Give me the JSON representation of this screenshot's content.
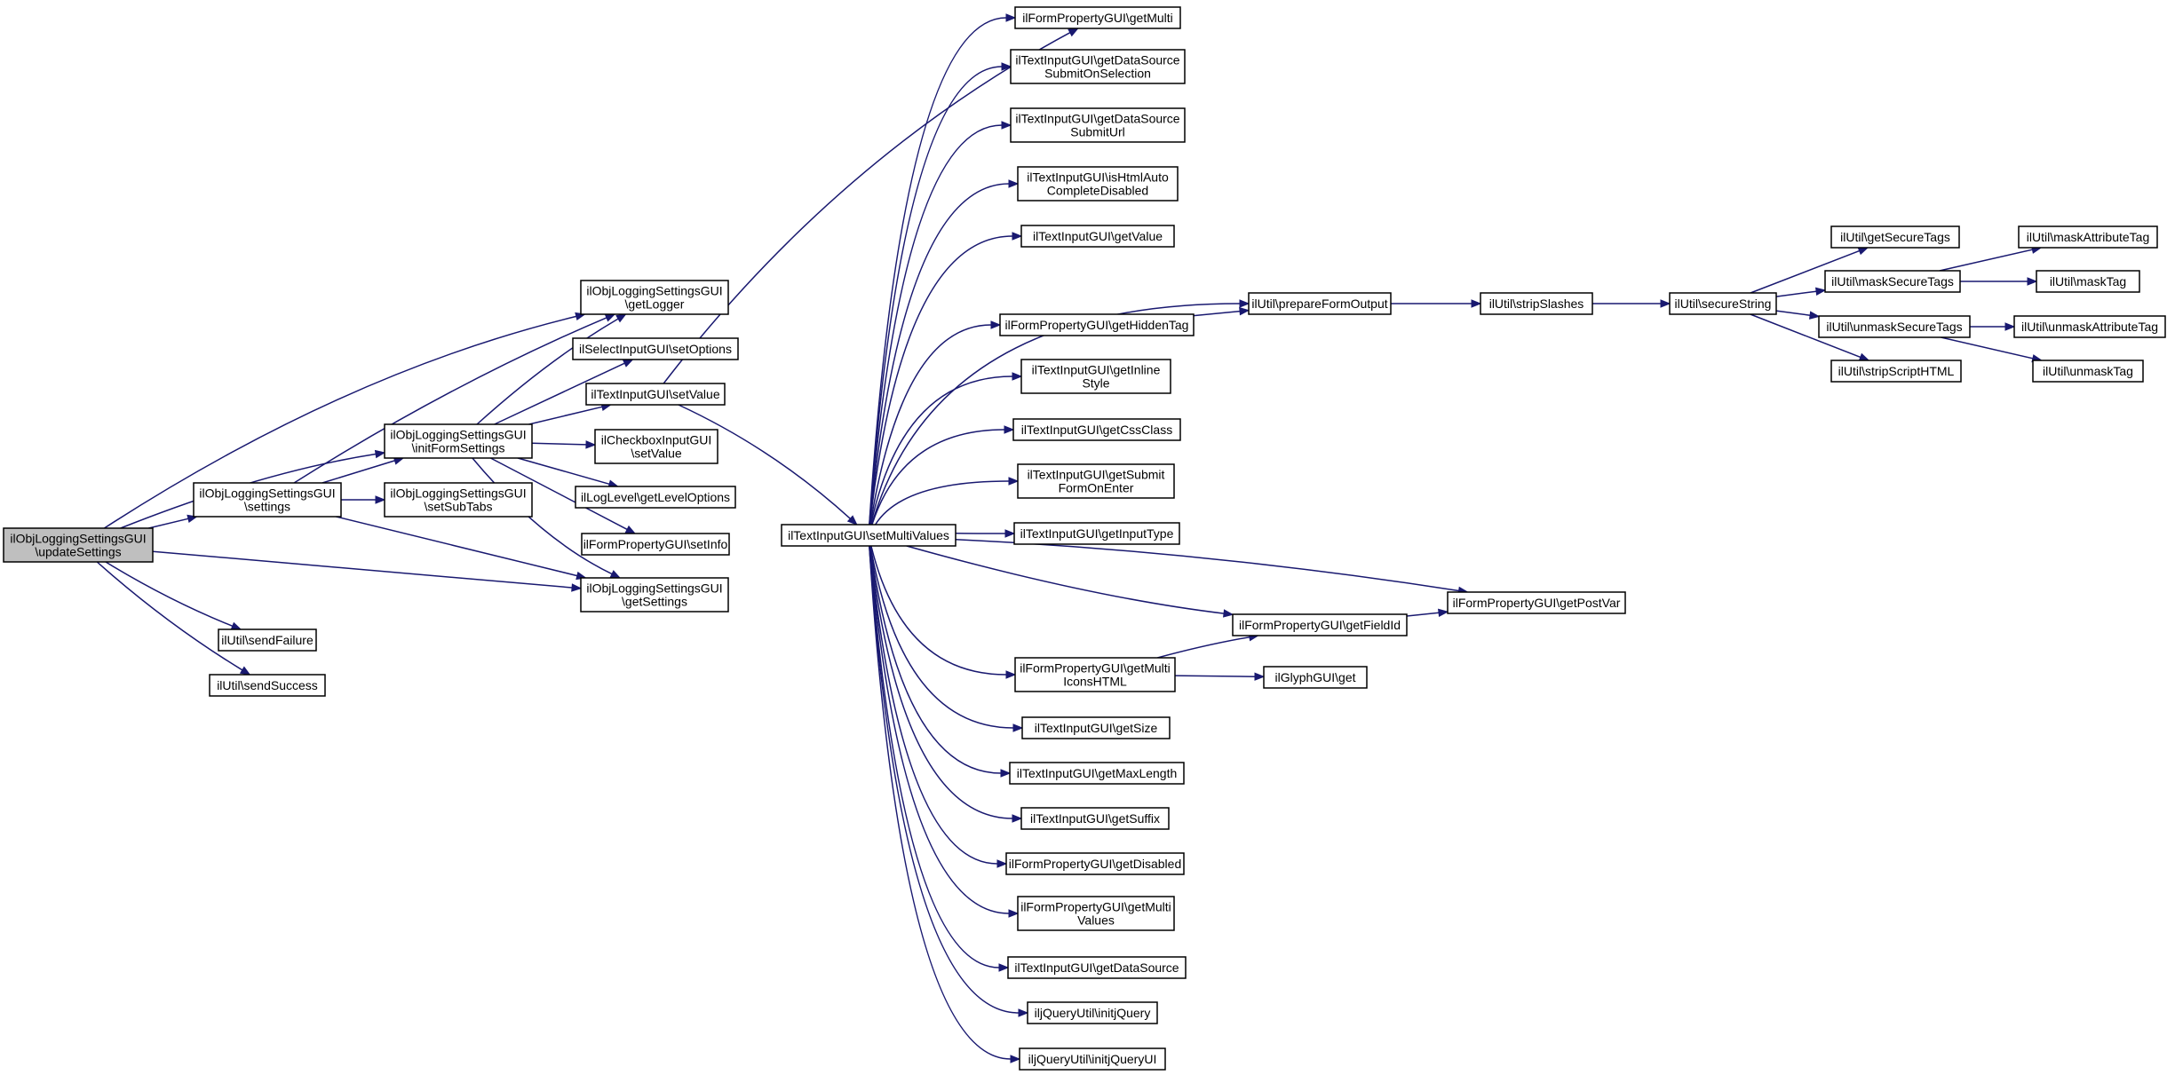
{
  "diagram": {
    "edge_color": "#191970",
    "root_fill": "#bfbfbf",
    "nodes": [
      {
        "id": "update",
        "lines": [
          "ilObjLoggingSettingsGUI",
          "\\updateSettings"
        ],
        "root": true
      },
      {
        "id": "settings",
        "lines": [
          "ilObjLoggingSettingsGUI",
          "\\settings"
        ]
      },
      {
        "id": "initForm",
        "lines": [
          "ilObjLoggingSettingsGUI",
          "\\initFormSettings"
        ]
      },
      {
        "id": "getLogger",
        "lines": [
          "ilObjLoggingSettingsGUI",
          "\\getLogger"
        ]
      },
      {
        "id": "getSettings",
        "lines": [
          "ilObjLoggingSettingsGUI",
          "\\getSettings"
        ]
      },
      {
        "id": "sendFailure",
        "lines": [
          "ilUtil\\sendFailure"
        ]
      },
      {
        "id": "sendSuccess",
        "lines": [
          "ilUtil\\sendSuccess"
        ]
      },
      {
        "id": "setSubTabs",
        "lines": [
          "ilObjLoggingSettingsGUI",
          "\\setSubTabs"
        ]
      },
      {
        "id": "selSetOptions",
        "lines": [
          "ilSelectInputGUI\\setOptions"
        ]
      },
      {
        "id": "textSetValue",
        "lines": [
          "ilTextInputGUI\\setValue"
        ]
      },
      {
        "id": "cbSetValue",
        "lines": [
          "ilCheckboxInputGUI",
          "\\setValue"
        ]
      },
      {
        "id": "levelOptions",
        "lines": [
          "ilLogLevel\\getLevelOptions"
        ]
      },
      {
        "id": "setInfo",
        "lines": [
          "ilFormPropertyGUI\\setInfo"
        ]
      },
      {
        "id": "setMultiValues",
        "lines": [
          "ilTextInputGUI\\setMultiValues"
        ]
      },
      {
        "id": "getMulti",
        "lines": [
          "ilFormPropertyGUI\\getMulti"
        ]
      },
      {
        "id": "dsSubmitOnSel",
        "lines": [
          "ilTextInputGUI\\getDataSource",
          "SubmitOnSelection"
        ]
      },
      {
        "id": "dsSubmitUrl",
        "lines": [
          "ilTextInputGUI\\getDataSource",
          "SubmitUrl"
        ]
      },
      {
        "id": "htmlAuto",
        "lines": [
          "ilTextInputGUI\\isHtmlAuto",
          "CompleteDisabled"
        ]
      },
      {
        "id": "getValue",
        "lines": [
          "ilTextInputGUI\\getValue"
        ]
      },
      {
        "id": "hiddenTag",
        "lines": [
          "ilFormPropertyGUI\\getHiddenTag"
        ]
      },
      {
        "id": "inlineStyle",
        "lines": [
          "ilTextInputGUI\\getInline",
          "Style"
        ]
      },
      {
        "id": "cssClass",
        "lines": [
          "ilTextInputGUI\\getCssClass"
        ]
      },
      {
        "id": "submitEnter",
        "lines": [
          "ilTextInputGUI\\getSubmit",
          "FormOnEnter"
        ]
      },
      {
        "id": "inputType",
        "lines": [
          "ilTextInputGUI\\getInputType"
        ]
      },
      {
        "id": "fieldId",
        "lines": [
          "ilFormPropertyGUI\\getFieldId"
        ]
      },
      {
        "id": "multiIcons",
        "lines": [
          "ilFormPropertyGUI\\getMulti",
          "IconsHTML"
        ]
      },
      {
        "id": "getSize",
        "lines": [
          "ilTextInputGUI\\getSize"
        ]
      },
      {
        "id": "maxLength",
        "lines": [
          "ilTextInputGUI\\getMaxLength"
        ]
      },
      {
        "id": "getSuffix",
        "lines": [
          "ilTextInputGUI\\getSuffix"
        ]
      },
      {
        "id": "getDisabled",
        "lines": [
          "ilFormPropertyGUI\\getDisabled"
        ]
      },
      {
        "id": "multiValues",
        "lines": [
          "ilFormPropertyGUI\\getMulti",
          "Values"
        ]
      },
      {
        "id": "dataSource",
        "lines": [
          "ilTextInputGUI\\getDataSource"
        ]
      },
      {
        "id": "initjQuery",
        "lines": [
          "iljQueryUtil\\initjQuery"
        ]
      },
      {
        "id": "initjQueryUI",
        "lines": [
          "iljQueryUtil\\initjQueryUI"
        ]
      },
      {
        "id": "prepareForm",
        "lines": [
          "ilUtil\\prepareFormOutput"
        ]
      },
      {
        "id": "stripSlashes",
        "lines": [
          "ilUtil\\stripSlashes"
        ]
      },
      {
        "id": "secureString",
        "lines": [
          "ilUtil\\secureString"
        ]
      },
      {
        "id": "postVar",
        "lines": [
          "ilFormPropertyGUI\\getPostVar"
        ]
      },
      {
        "id": "glyphGet",
        "lines": [
          "ilGlyphGUI\\get"
        ]
      },
      {
        "id": "getSecureTags",
        "lines": [
          "ilUtil\\getSecureTags"
        ]
      },
      {
        "id": "maskSecureTags",
        "lines": [
          "ilUtil\\maskSecureTags"
        ]
      },
      {
        "id": "unmaskSecureTags",
        "lines": [
          "ilUtil\\unmaskSecureTags"
        ]
      },
      {
        "id": "stripScript",
        "lines": [
          "ilUtil\\stripScriptHTML"
        ]
      },
      {
        "id": "maskAttr",
        "lines": [
          "ilUtil\\maskAttributeTag"
        ]
      },
      {
        "id": "maskTag",
        "lines": [
          "ilUtil\\maskTag"
        ]
      },
      {
        "id": "unmaskAttr",
        "lines": [
          "ilUtil\\unmaskAttributeTag"
        ]
      },
      {
        "id": "unmaskTag",
        "lines": [
          "ilUtil\\unmaskTag"
        ]
      }
    ],
    "edges": [
      [
        "update",
        "settings"
      ],
      [
        "update",
        "initForm"
      ],
      [
        "update",
        "getLogger"
      ],
      [
        "update",
        "getSettings"
      ],
      [
        "update",
        "sendFailure"
      ],
      [
        "update",
        "sendSuccess"
      ],
      [
        "settings",
        "initForm"
      ],
      [
        "settings",
        "getLogger"
      ],
      [
        "settings",
        "getSettings"
      ],
      [
        "settings",
        "setSubTabs"
      ],
      [
        "initForm",
        "getLogger"
      ],
      [
        "initForm",
        "selSetOptions"
      ],
      [
        "initForm",
        "textSetValue"
      ],
      [
        "initForm",
        "cbSetValue"
      ],
      [
        "initForm",
        "levelOptions"
      ],
      [
        "initForm",
        "setInfo"
      ],
      [
        "initForm",
        "getSettings"
      ],
      [
        "textSetValue",
        "getMulti"
      ],
      [
        "textSetValue",
        "setMultiValues"
      ],
      [
        "setMultiValues",
        "getMulti"
      ],
      [
        "setMultiValues",
        "dsSubmitOnSel"
      ],
      [
        "setMultiValues",
        "dsSubmitUrl"
      ],
      [
        "setMultiValues",
        "htmlAuto"
      ],
      [
        "setMultiValues",
        "getValue"
      ],
      [
        "setMultiValues",
        "prepareForm"
      ],
      [
        "setMultiValues",
        "hiddenTag"
      ],
      [
        "setMultiValues",
        "inlineStyle"
      ],
      [
        "setMultiValues",
        "cssClass"
      ],
      [
        "setMultiValues",
        "submitEnter"
      ],
      [
        "setMultiValues",
        "inputType"
      ],
      [
        "setMultiValues",
        "postVar"
      ],
      [
        "setMultiValues",
        "fieldId"
      ],
      [
        "setMultiValues",
        "multiIcons"
      ],
      [
        "setMultiValues",
        "getSize"
      ],
      [
        "setMultiValues",
        "maxLength"
      ],
      [
        "setMultiValues",
        "getSuffix"
      ],
      [
        "setMultiValues",
        "getDisabled"
      ],
      [
        "setMultiValues",
        "multiValues"
      ],
      [
        "setMultiValues",
        "dataSource"
      ],
      [
        "setMultiValues",
        "initjQuery"
      ],
      [
        "setMultiValues",
        "initjQueryUI"
      ],
      [
        "hiddenTag",
        "prepareForm"
      ],
      [
        "prepareForm",
        "stripSlashes"
      ],
      [
        "stripSlashes",
        "secureString"
      ],
      [
        "secureString",
        "getSecureTags"
      ],
      [
        "secureString",
        "maskSecureTags"
      ],
      [
        "secureString",
        "unmaskSecureTags"
      ],
      [
        "secureString",
        "stripScript"
      ],
      [
        "maskSecureTags",
        "maskAttr"
      ],
      [
        "maskSecureTags",
        "maskTag"
      ],
      [
        "unmaskSecureTags",
        "unmaskAttr"
      ],
      [
        "unmaskSecureTags",
        "unmaskTag"
      ],
      [
        "fieldId",
        "postVar"
      ],
      [
        "multiIcons",
        "fieldId"
      ],
      [
        "multiIcons",
        "glyphGet"
      ]
    ]
  }
}
